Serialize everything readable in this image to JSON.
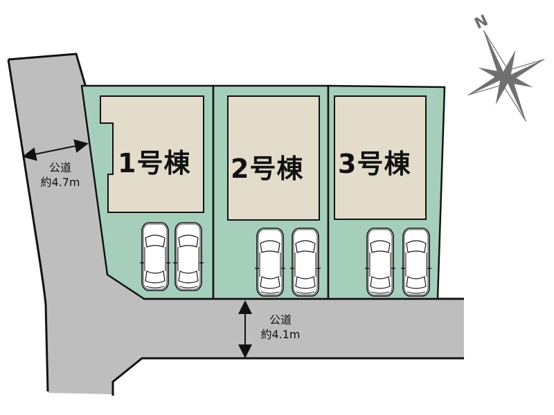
{
  "colors": {
    "road": "#bebebe",
    "lot": "#a5cfba",
    "building": "#e3dccb",
    "outline": "#111111",
    "compass": "#707070"
  },
  "compass": {
    "label": "N",
    "icon": "compass-rose-icon"
  },
  "roads": [
    {
      "id": "west",
      "name": "公道",
      "width": "約4.7m"
    },
    {
      "id": "south",
      "name": "公道",
      "width": "約4.1m"
    }
  ],
  "lots": [
    {
      "id": 1,
      "label": "1号棟",
      "parking_spaces": 2
    },
    {
      "id": 2,
      "label": "2号棟",
      "parking_spaces": 2
    },
    {
      "id": 3,
      "label": "3号棟",
      "parking_spaces": 2
    }
  ]
}
